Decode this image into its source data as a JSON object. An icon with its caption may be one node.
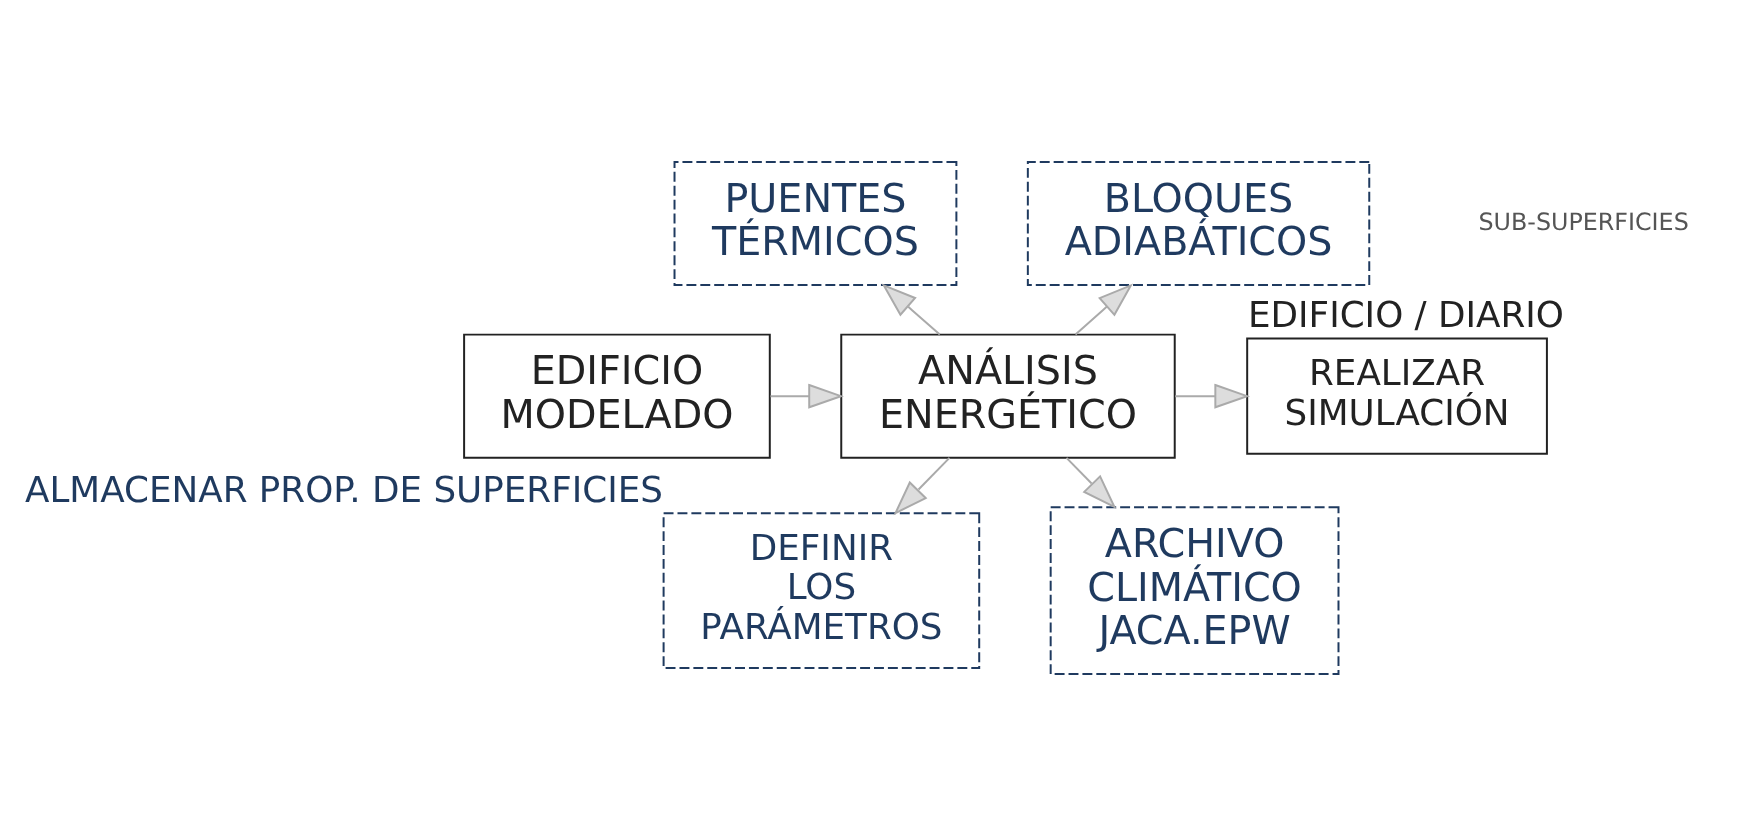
{
  "diagram": {
    "nodes": [
      {
        "text": [
          "EDIFICIO MODELADO"
        ]
      },
      {
        "text": [
          "ANÁLISIS ENERGÉTICO"
        ]
      },
      {
        "text": [
          "REALIZAR SIMULACIÓN"
        ],
        "beside": [
          "EDIFICIO / DIARIO"
        ]
      },
      {
        "text": [
          "PUENTES TÉRMICOS"
        ]
      },
      {
        "text": [
          "BLOQUES ADIABÁTICOS"
        ]
      },
      {
        "text": [
          "DEFINIR LOS PARÁMETROS"
        ],
        "beside": [
          "ALMACENAR PROP. DE SUPERFICIES"
        ]
      },
      {
        "text": [
          "ARCHIVO CLIMÁTICO JACA.EPW"
        ]
      }
    ],
    "edges": [
      {
        "from": 0,
        "to": 1,
        "arrow": "to"
      },
      {
        "from": 1,
        "to": 2,
        "arrow": "to"
      },
      {
        "from": 1,
        "to": 3,
        "arrow": "to"
      },
      {
        "from": 1,
        "to": 4,
        "arrow": "to"
      },
      {
        "from": 1,
        "to": 5,
        "arrow": "to"
      },
      {
        "from": 1,
        "to": 6,
        "arrow": "to"
      }
    ],
    "labels": [
      "SUB-SUPERFICIES"
    ]
  }
}
